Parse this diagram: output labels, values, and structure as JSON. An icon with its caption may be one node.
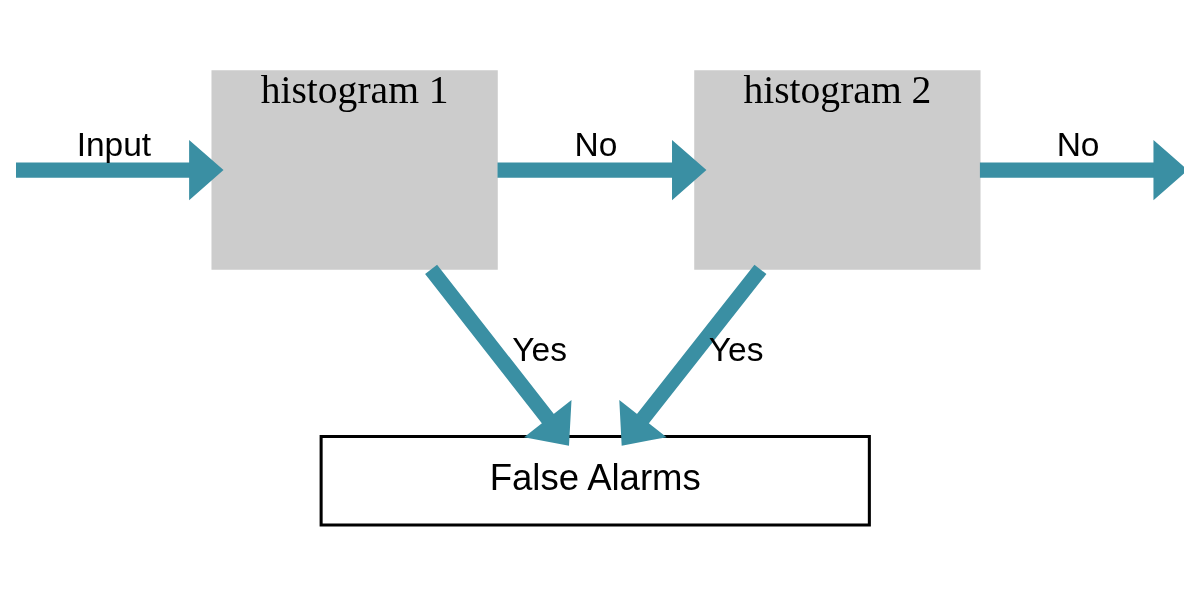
{
  "diagram": {
    "nodes": [
      {
        "text": [
          "histogram 1"
        ]
      },
      {
        "text": [
          "histogram 2"
        ]
      },
      {
        "text": [
          "False Alarms"
        ]
      }
    ],
    "edges": [
      {
        "from": null,
        "to": 0,
        "arrow": "to",
        "label": "Input"
      },
      {
        "from": 0,
        "to": 1,
        "arrow": "to",
        "label": "No"
      },
      {
        "from": 1,
        "to": null,
        "arrow": "to",
        "label": "No"
      },
      {
        "from": 0,
        "to": 2,
        "arrow": "to",
        "label": "Yes"
      },
      {
        "from": 1,
        "to": 2,
        "arrow": "to",
        "label": "Yes"
      }
    ]
  }
}
